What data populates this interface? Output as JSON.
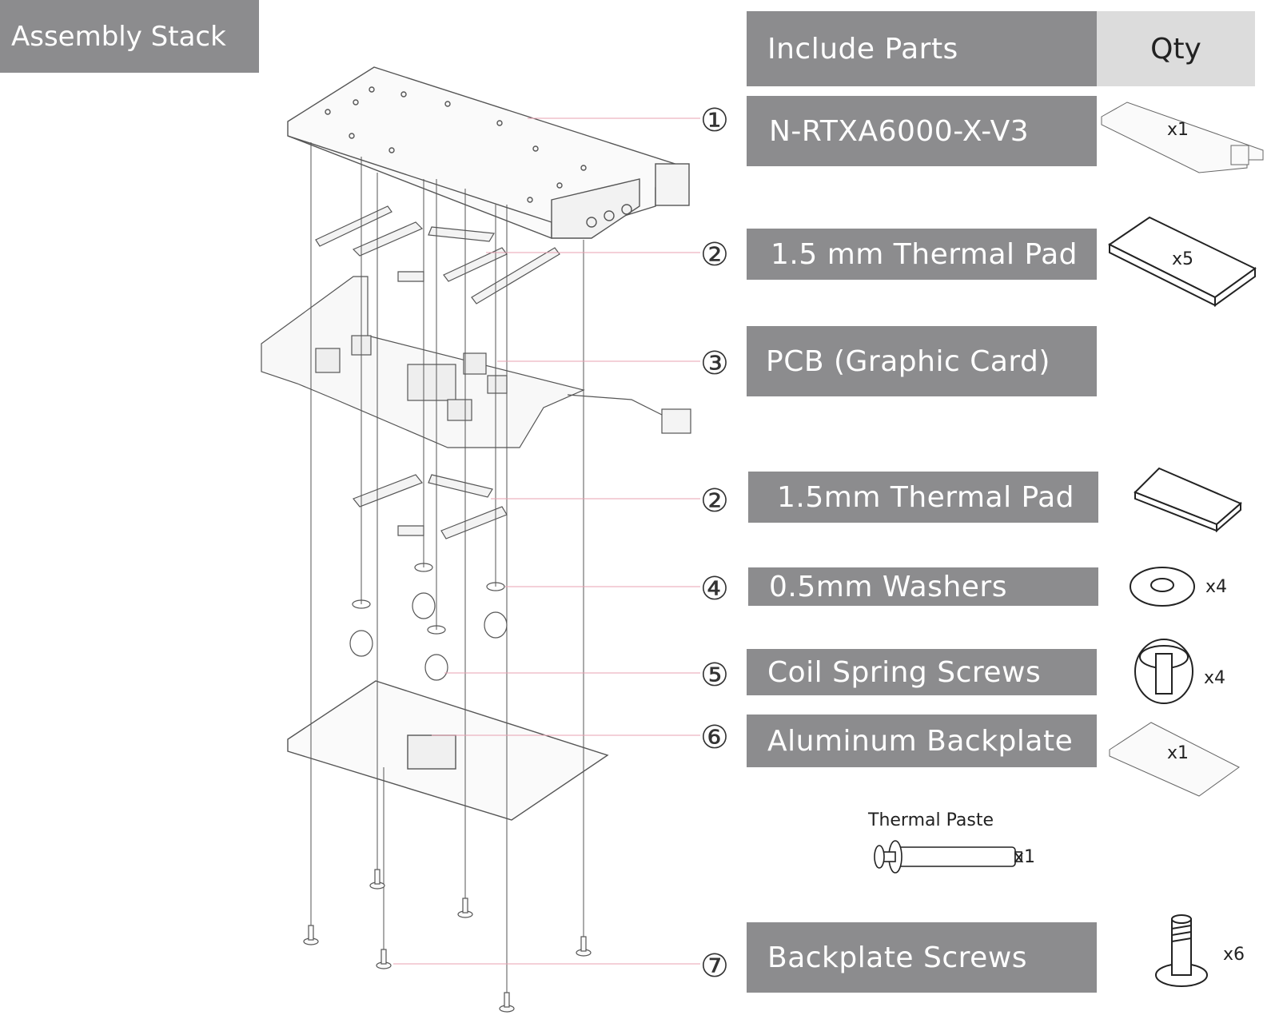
{
  "header": {
    "label": "Assembly Stack"
  },
  "table": {
    "parts_header": "Include Parts",
    "qty_header": "Qty"
  },
  "callouts": [
    {
      "number": "①",
      "label": "N-RTXA6000-X-V3",
      "qty": "x1",
      "icon": "waterblock-icon"
    },
    {
      "number": "②",
      "label": "1.5 mm Thermal Pad",
      "qty": "x5",
      "icon": "thermal-pad-icon"
    },
    {
      "number": "③",
      "label": "PCB (Graphic Card)",
      "qty": "",
      "icon": ""
    },
    {
      "number": "②",
      "label": "1.5mm Thermal Pad",
      "qty": "",
      "icon": "thermal-pad-icon"
    },
    {
      "number": "④",
      "label": "0.5mm Washers",
      "qty": "x4",
      "icon": "washer-icon"
    },
    {
      "number": "⑤",
      "label": "Coil Spring Screws",
      "qty": "x4",
      "icon": "coil-spring-screw-icon"
    },
    {
      "number": "⑥",
      "label": "Aluminum Backplate",
      "qty": "x1",
      "icon": "backplate-icon"
    },
    {
      "number": "⑦",
      "label": "Backplate Screws",
      "qty": "x6",
      "icon": "backplate-screw-icon"
    }
  ],
  "extras": {
    "thermal_paste_label": "Thermal Paste",
    "thermal_paste_qty": "x1",
    "icon": "thermal-paste-syringe-icon"
  },
  "colors": {
    "bar": "#8c8c8e",
    "qty_header": "#dcdcdc",
    "leader_line": "#e8a0b0",
    "line_art": "#555555"
  }
}
